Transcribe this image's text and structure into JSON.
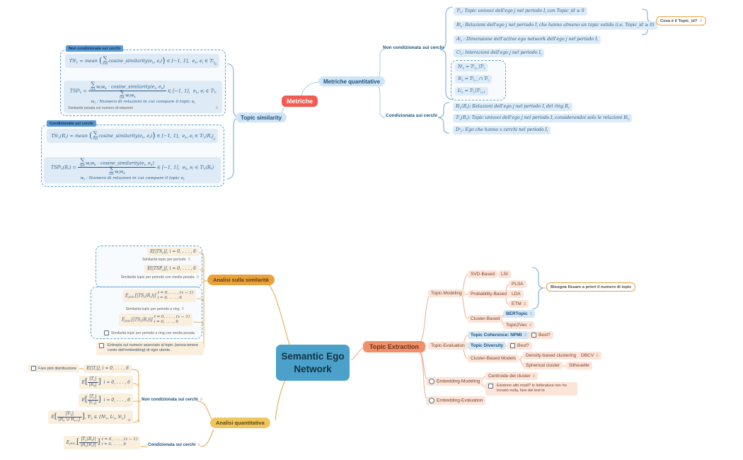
{
  "icons": {
    "notes": "≡"
  },
  "root_label": "Semantic Ego Network",
  "top": {
    "metriche": "Metriche",
    "topic_similarity": "Topic similarity",
    "metriche_quantitative": "Metriche quantitative",
    "boundary1_label": "Non condizionata sui cerchi",
    "boundary2_label": "Condizionata sui cerchi",
    "f_ts": "TS<sup>j</sup><sub>Iᵢ</sub> = mean <span class='bp'>(</span><span class='sm'><span class='sg'>∑</span><span class='lm'>k≠l</span></span>cosine_similarity(e<sub>k</sub>, e<sub>l</sub>)<span class='bp'>)</span> ∈ [−1, 1], &nbsp;e<sub>k</sub>, e<sub>l</sub> ∈ T<sup>j</sup><sub>Iᵢ</sub>",
    "f_tsp": "TSP<sup>j</sup><sub>Iᵢ</sub> = <span class='fr'><span class='nm'><span class='sm'><span class='sg'>∑</span><span class='lm'>l≠k</span></span>w<sub>l</sub>w<sub>k</sub> · cosine_similarity(e<sub>l</sub>, e<sub>k</sub>)</span><span class='dn'><span class='sm'><span class='sg'>∑</span><span class='lm'>l≠k</span></span>w<sub>l</sub>w<sub>k</sub></span></span> ∈ [−1, 1], &nbsp;e<sub>k</sub>, e<sub>l</sub> ∈ T<sup>j</sup><sub>Iᵢ</sub>",
    "f_tsp_note": "w<sub>t</sub> : Numero di relazioni in cui compare il topic e<sub>t</sub>",
    "f_tsp_label": "Similarità pesata sul numero di relazioni",
    "f_tsr": "TS<sup>j</sup><sub>Iᵢ</sub>(R<sub>ℓ</sub>) = mean <span class='bp'>(</span><span class='sm'><span class='sg'>∑</span><span class='lm'>k≠l</span></span>cosine_similarity(e<sub>k</sub>, e<sub>l</sub>)<span class='bp'>)</span> ∈ [−1, 1], &nbsp;e<sub>k</sub>, e<sub>l</sub> ∈ T<sup>j</sup><sub>Iᵢ</sub>(R<sub>ℓ</sub>)",
    "f_tspr": "TSP<sup>j</sup><sub>Iᵢ</sub>(R<sub>ℓ</sub>) = <span class='fr'><span class='nm'><span class='sm'><span class='sg'>∑</span><span class='lm'>l≠k</span></span>w<sub>l</sub>w<sub>k</sub> · cosine_similarity(e<sub>l</sub>, e<sub>k</sub>)</span><span class='dn'><span class='sm'><span class='sg'>∑</span><span class='lm'>l≠k</span></span>w<sub>l</sub>w<sub>k</sub></span></span> ∈ [−1, 1], &nbsp;e<sub>k</sub>, e<sub>l</sub> ∈ T<sup>j</sup><sub>Iᵢ</sub>(R<sub>ℓ</sub>)",
    "f_tspr_note": "w<sub>t</sub> : Numero di relazioni in cui compare il topic e<sub>t</sub>",
    "right_noncond": "Non condizionata sui cerchi",
    "right_cond": "Condizionata sui cerchi",
    "defs": [
      "T<sup>j</sup><sub>Iᵢ</sub>: Topic univoci dell'ego j nel periodo I<sub>i</sub> con Topic_id ≥ 0",
      "R<sup>j</sup><sub>Iᵢ</sub>: Relazioni dell'ego j nel periodo I<sub>i</sub> che hanno almeno un topic valido (i.e. Topic_id ≥ 0)",
      "A<sup>j</sup><sub>Iᵢ</sub> : Dimensione dell'active ego network dell'ego j nel periodo I<sub>i</sub>",
      "C<sup>j</sup><sub>Iᵢ</sub>: Interazioni dell'ego j nel periodo I<sub>i</sub>"
    ],
    "sets": [
      "N<sup>j</sup><sub>Iᵢ</sub> = T<sup>j</sup><sub>Iᵢ₊₁</sub>\\T<sup>j</sup><sub>i</sub>",
      "S<sup>j</sup><sub>Iᵢ</sub> = T<sup>j</sup><sub>Iᵢ₊₁</sub> ∩ T<sup>j</sup><sub>i</sub>",
      "L<sup>j</sup><sub>Iᵢ</sub> = T<sup>j</sup><sub>Iᵢ</sub>\\T<sup>j</sup><sub>i+1</sub>"
    ],
    "cond_items": [
      "R<sup>j</sup><sub>Iᵢ</sub>(R<sub>ℓ</sub>): Relazioni dell'ego j nel periodo I<sub>i</sub> del ring R<sub>ℓ</sub>",
      "T<sup>j</sup><sub>Iᵢ</sub>(R<sub>ℓ</sub>): Topic univoci dell'ego j nel periodo I<sub>i</sub> considerandoi solo le relazioni R<sup>j</sup><sub>Iᵢ</sub>",
      "D<sup>x</sup><sub>Iᵢ</sub>: Ego che hanno x cerchi nel periodo I<sub>i</sub>"
    ],
    "topicid_note": "Cosa è il Topic_id?"
  },
  "similarity": {
    "node": "Analisi sulla similarità",
    "s1": "E[|TS<sub>Iᵢ</sub>|], i = 0, . . . , 6",
    "s1_label": "Similarità topic per periodo",
    "s2": "E[|TSP<sub>Iᵢ</sub>|], i = 0, . . . , 6",
    "s2_label": "Similarità topic per periodo con media pesata",
    "s3": "E<sub>J∈Dˣᵢ</sub>[|TS<sub>Iᵢ</sub>(R<sub>ℓ</sub>)|] <span class='cs'>ℓ = 0, . . . , (x − 1)<br>i = 0, . . . , 6</span>",
    "s3_label": "Similarità topic per periodo e ring",
    "s4": "E<sub>J∈Dˣᵢ</sub>[|TS<sub>Iᵢ</sub>(R<sub>ℓ</sub>)|] <span class='cs'>ℓ = 0, . . . , (x − 1)<br>i = 0, . . . , 6</span>",
    "s4_label": "Similarità topic per periodo e ring con media pesata",
    "entropy_note": "Entropia sul numero associato al topic (senza tenere conto dell'embedding) di ogni utente."
  },
  "quantitative": {
    "node": "Analisi quantitativa",
    "plot_checkbox": "Fare plot distribuzione",
    "q1": "E[|T<sub>i</sub>|], i = 0, . . . , 6",
    "q2": "E<span class='bp'>[</span><span class='fr'><span class='nm'>|T<sub>Iᵢ</sub>|</span><span class='dn'>|R<sub>Iᵢ</sub>|</span></span><span class='bp'>]</span> &nbsp;i = 0, . . . , 6",
    "q3": "E<span class='bp'>[</span><span class='fr'><span class='nm'>|T<sub>Iᵢ</sub>|</span><span class='dn'>|C<sub>Iᵢ</sub>|</span></span><span class='bp'>]</span> &nbsp;i = 0, . . . , 6",
    "q4": "E<span class='bp'>[</span><span class='fr'><span class='nm'>|Y<sup>j</sup><sub>Iᵢ</sub>|</span><span class='dn'>|R<sub>Iᵢ</sub> ∪ R<sub>I+1</sub>|</span></span><span class='bp'>]</span>, Y<sup>j</sup><sub>Iᵢ</sub> ∈ {N<sup>j</sup><sub>Iᵢ</sub>, L<sup>j</sup><sub>Iᵢ</sub>, S<sup>j</sup><sub>Iᵢ</sub>}",
    "q5": "E<sub>J∈Dˣ<sub>Iᵢ</sub></sub><span class='bp'>[</span><span class='fr'><span class='nm'>|T<sub>Iᵢ</sub>(R<sub>ℓ</sub>)|</span><span class='dn'>|R<sub>Iᵢ</sub>(R<sub>ℓ</sub>)|</span></span><span class='bp'>]</span> <span class='cs'>ℓ = 0, . . . , (x − 1)<br>i = 0, . . . , 6</span>",
    "noncond": "Non condizionata sui cerchi",
    "cond": "Condizionata sui cerchi"
  },
  "extraction": {
    "node": "Topic Extraction",
    "modeling": "Topic-Modeling",
    "svd": "SVD-Based",
    "lsi": "LSI",
    "prob": "Probability-Based",
    "plsa": "PLSA",
    "lda": "LDA",
    "etm": "ETM",
    "cluster": "Cluster-Based",
    "bertopic": "BERTopic",
    "topic2vec": "Topic2Vec",
    "note_fix": "Bisogna fissare a priori il numero di topic",
    "evaluation": "Topic-Evaluation",
    "coherence": "Topic Coherence: NPMI",
    "best1": "Best?",
    "diversity": "Topic Diversity",
    "best2": "Best?",
    "cbm": "Cluster-Based Models",
    "density": "Density-based clustering",
    "dbcv": "DBCV",
    "spherical": "Spherical cluster",
    "silhouette": "Silhouette",
    "emb_modeling": "Embedding-Modeling",
    "centroide": "Centroide del cluster",
    "emb_note": "Esistono altri modi? In letteratura non ho trovato nulla, fare dei test te",
    "emb_evaluation": "Embedding-Evaluation"
  }
}
